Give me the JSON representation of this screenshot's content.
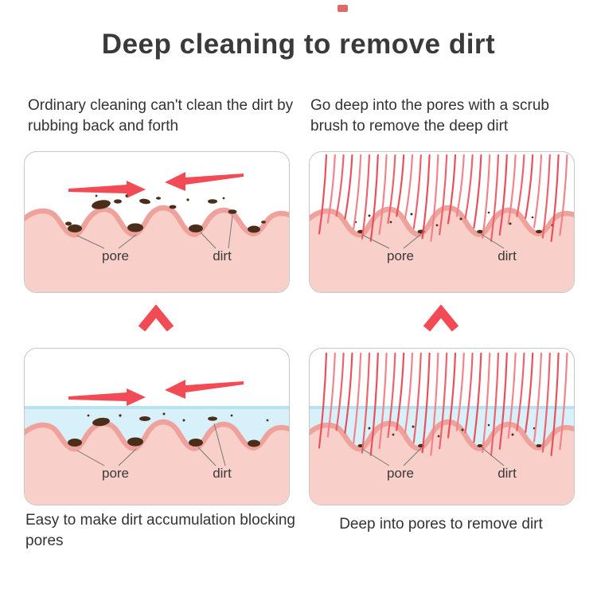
{
  "title": "Deep cleaning to remove dirt",
  "labels": {
    "pore": "pore",
    "dirt": "dirt"
  },
  "sections": {
    "top_left": {
      "caption": "Ordinary cleaning can't clean the dirt by rubbing back and forth"
    },
    "top_right": {
      "caption": "Go deep into the pores with a scrub brush to remove the deep dirt"
    },
    "bottom_left": {
      "caption": "Easy to make dirt accumulation blocking pores"
    },
    "bottom_right": {
      "caption": "Deep into pores to remove dirt"
    }
  },
  "colors": {
    "accent_red": "#f24b55",
    "skin_fill": "#f9cfca",
    "skin_outline": "#efa29b",
    "water_fill": "#d7f0f9",
    "water_surface": "#b7e2f0",
    "dirt_brown": "#4a2e19",
    "panel_border": "#c6c6c6",
    "text": "#333333"
  }
}
